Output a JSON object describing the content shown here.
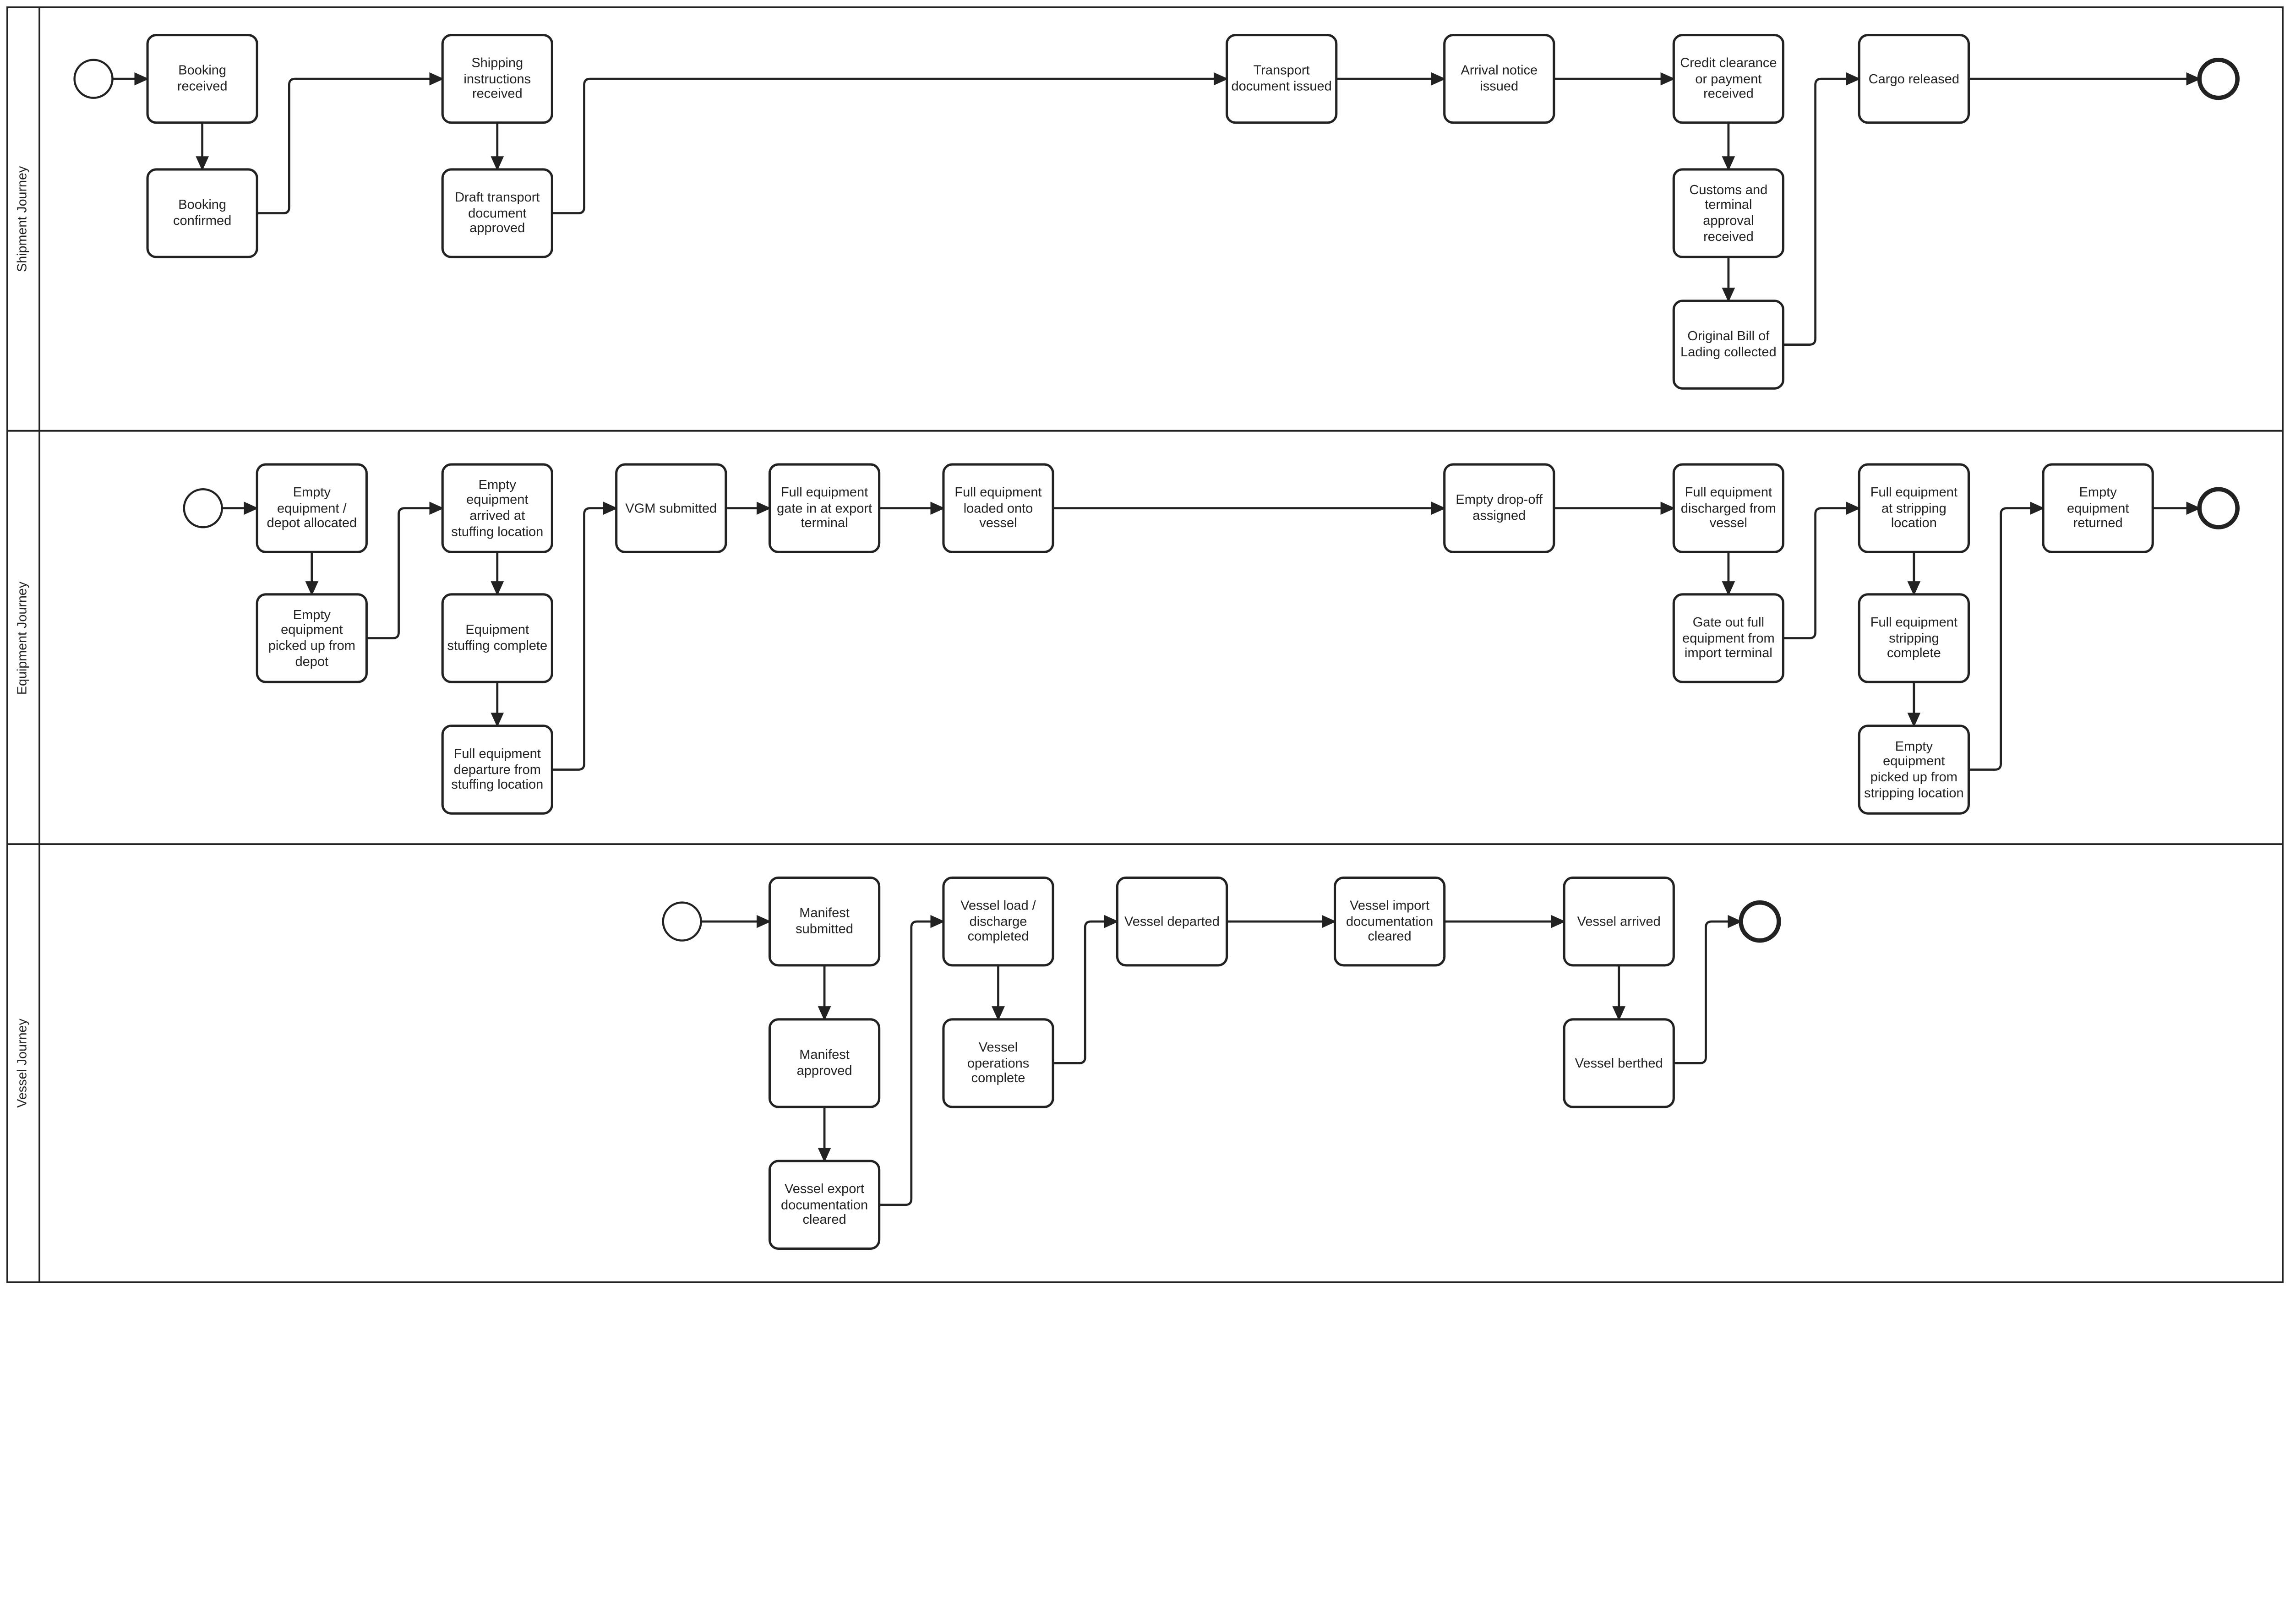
{
  "colors": {
    "stroke": "#222222",
    "background": "#ffffff"
  },
  "lanes": [
    {
      "label": "Shipment Journey",
      "nodes": [
        {
          "type": "start"
        },
        {
          "type": "task",
          "label": "Booking received"
        },
        {
          "type": "task",
          "label": "Booking confirmed"
        },
        {
          "type": "task",
          "label": "Shipping instructions received"
        },
        {
          "type": "task",
          "label": "Draft transport document approved"
        },
        {
          "type": "task",
          "label": "Transport document issued"
        },
        {
          "type": "task",
          "label": "Arrival notice issued"
        },
        {
          "type": "task",
          "label": "Credit clearance or payment received"
        },
        {
          "type": "task",
          "label": "Customs and terminal approval received"
        },
        {
          "type": "task",
          "label": "Original Bill of Lading collected"
        },
        {
          "type": "task",
          "label": "Cargo released"
        },
        {
          "type": "end"
        }
      ],
      "edges": [
        [
          0,
          1
        ],
        [
          1,
          2
        ],
        [
          2,
          3
        ],
        [
          3,
          4
        ],
        [
          4,
          5
        ],
        [
          5,
          6
        ],
        [
          6,
          7
        ],
        [
          7,
          8
        ],
        [
          8,
          9
        ],
        [
          9,
          10
        ],
        [
          10,
          11
        ]
      ]
    },
    {
      "label": "Equipment Journey",
      "nodes": [
        {
          "type": "start"
        },
        {
          "type": "task",
          "label": "Empty equipment / depot allocated"
        },
        {
          "type": "task",
          "label": "Empty equipment picked up from depot"
        },
        {
          "type": "task",
          "label": "Empty equipment arrived at stuffing location"
        },
        {
          "type": "task",
          "label": "Equipment stuffing complete"
        },
        {
          "type": "task",
          "label": "Full equipment departure from stuffing location"
        },
        {
          "type": "task",
          "label": "VGM submitted"
        },
        {
          "type": "task",
          "label": "Full equipment gate in at export terminal"
        },
        {
          "type": "task",
          "label": "Full equipment loaded onto vessel"
        },
        {
          "type": "task",
          "label": "Empty drop-off assigned"
        },
        {
          "type": "task",
          "label": "Full equipment discharged from vessel"
        },
        {
          "type": "task",
          "label": "Gate out full equipment from import terminal"
        },
        {
          "type": "task",
          "label": "Full equipment at stripping location"
        },
        {
          "type": "task",
          "label": "Full equipment stripping complete"
        },
        {
          "type": "task",
          "label": "Empty equipment picked up from stripping location"
        },
        {
          "type": "task",
          "label": "Empty equipment returned"
        },
        {
          "type": "end"
        }
      ],
      "edges": [
        [
          0,
          1
        ],
        [
          1,
          2
        ],
        [
          2,
          3
        ],
        [
          3,
          4
        ],
        [
          4,
          5
        ],
        [
          5,
          6
        ],
        [
          6,
          7
        ],
        [
          7,
          8
        ],
        [
          8,
          9
        ],
        [
          9,
          10
        ],
        [
          10,
          11
        ],
        [
          11,
          12
        ],
        [
          12,
          13
        ],
        [
          13,
          14
        ],
        [
          14,
          15
        ],
        [
          15,
          16
        ]
      ]
    },
    {
      "label": "Vessel Journey",
      "nodes": [
        {
          "type": "start"
        },
        {
          "type": "task",
          "label": "Manifest submitted"
        },
        {
          "type": "task",
          "label": "Manifest approved"
        },
        {
          "type": "task",
          "label": "Vessel export documentation cleared"
        },
        {
          "type": "task",
          "label": "Vessel load / discharge completed"
        },
        {
          "type": "task",
          "label": "Vessel operations complete"
        },
        {
          "type": "task",
          "label": "Vessel departed"
        },
        {
          "type": "task",
          "label": "Vessel import documentation cleared"
        },
        {
          "type": "task",
          "label": "Vessel arrived"
        },
        {
          "type": "task",
          "label": "Vessel berthed"
        },
        {
          "type": "end"
        }
      ],
      "edges": [
        [
          0,
          1
        ],
        [
          1,
          2
        ],
        [
          2,
          3
        ],
        [
          3,
          4
        ],
        [
          4,
          5
        ],
        [
          5,
          6
        ],
        [
          6,
          7
        ],
        [
          7,
          8
        ],
        [
          8,
          9
        ],
        [
          9,
          10
        ]
      ]
    }
  ]
}
